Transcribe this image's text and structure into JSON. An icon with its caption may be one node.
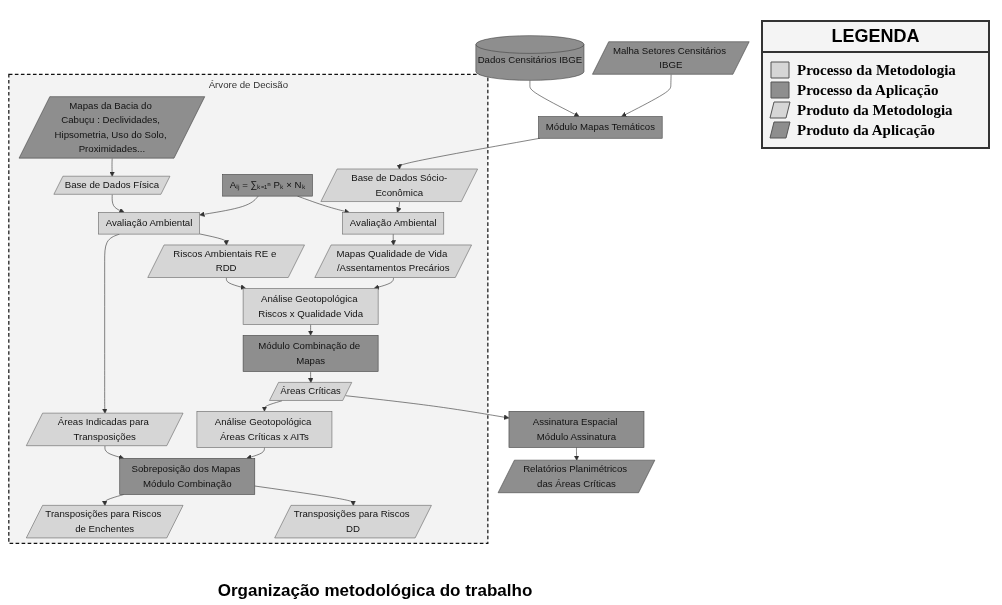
{
  "diagram": {
    "caption": "Organização metodológica do trabalho",
    "nodes": [
      {
        "text": [
          "Malha Setores Censitários IBGE"
        ]
      },
      {
        "text": [
          "Módulo Mapas Temáticos"
        ]
      },
      {
        "text": [
          "Dados Censitários IBGE"
        ]
      },
      {
        "text": [
          "Árvore de Decisão"
        ]
      },
      {
        "text": [
          "Base de Dados Sócio-Econômica"
        ],
        "in": 3
      },
      {
        "text": [
          "Avaliação Ambiental"
        ],
        "in": 3
      },
      {
        "text": [
          "Mapas Qualidade de Vida /Assentamentos Precários"
        ],
        "in": 3
      },
      {
        "text": [
          "Análise Geotopológica Riscos x Qualidade Vida"
        ],
        "in": 3
      },
      {
        "text": [
          "Módulo Combinação de Mapas"
        ],
        "in": 3
      },
      {
        "text": [
          "Aᵢⱼ = ∑ₖ₌₁ⁿ Pₖ × Nₖ"
        ],
        "in": 3
      },
      {
        "text": [
          "Riscos Ambientais RE e RDD"
        ],
        "in": 3
      },
      {
        "text": [
          "Análise Geotopológica Áreas Críticas x AITs"
        ],
        "in": 3
      },
      {
        "text": [
          "Áreas Críticas"
        ],
        "in": 3
      },
      {
        "text": [
          "Base de Dados Física"
        ],
        "in": 3
      },
      {
        "text": [
          "Avaliação Ambiental"
        ],
        "in": 3
      },
      {
        "text": [
          "Áreas Indicadas para Transposições"
        ],
        "in": 3
      },
      {
        "text": [
          "Sobreposição dos Mapas Módulo Combinação"
        ],
        "in": 3
      },
      {
        "text": [
          "Mapas da Bacia do Cabuçu : Declividades, Hipsometria, Uso do Solo, Proximidades..."
        ],
        "in": 3
      },
      {
        "text": [
          "Transposições para Riscos de Enchentes"
        ],
        "in": 3
      },
      {
        "text": [
          "Transposições para Riscos DD"
        ],
        "in": 3
      },
      {
        "text": [
          "Assinatura Espacial Módulo Assinatura"
        ]
      },
      {
        "text": [
          "Relatórios Planimétricos das Áreas Críticas"
        ]
      }
    ],
    "edges": [
      {
        "from": 0,
        "to": 1,
        "arrow": "to"
      },
      {
        "from": 2,
        "to": 1,
        "arrow": "to"
      },
      {
        "from": 1,
        "to": 4,
        "arrow": "to"
      },
      {
        "from": 4,
        "to": 5,
        "arrow": "to"
      },
      {
        "from": 9,
        "to": 5,
        "arrow": "to"
      },
      {
        "from": 9,
        "to": 14,
        "arrow": "to"
      },
      {
        "from": 5,
        "to": 6,
        "arrow": "to"
      },
      {
        "from": 6,
        "to": 7,
        "arrow": "to"
      },
      {
        "from": 10,
        "to": 7,
        "arrow": "to"
      },
      {
        "from": 7,
        "to": 8,
        "arrow": "to"
      },
      {
        "from": 8,
        "to": 12,
        "arrow": "to"
      },
      {
        "from": 12,
        "to": 11,
        "arrow": "to"
      },
      {
        "from": 11,
        "to": 16,
        "arrow": "to"
      },
      {
        "from": 17,
        "to": 13,
        "arrow": "to"
      },
      {
        "from": 13,
        "to": 14,
        "arrow": "to"
      },
      {
        "from": 14,
        "to": 10,
        "arrow": "to"
      },
      {
        "from": 14,
        "to": 15,
        "arrow": "to"
      },
      {
        "from": 15,
        "to": 16,
        "arrow": "to"
      },
      {
        "from": 16,
        "to": 18,
        "arrow": "to"
      },
      {
        "from": 16,
        "to": 19,
        "arrow": "to"
      },
      {
        "from": 12,
        "to": 20,
        "arrow": "to"
      },
      {
        "from": 20,
        "to": 21,
        "arrow": "to"
      }
    ],
    "labels": [
      "LEGENDA"
    ],
    "legend": [
      {
        "text": "Processo da Metodologia",
        "color": "#d6d6d6"
      },
      {
        "text": "Processo da Aplicação",
        "color": "#8e8e8e"
      },
      {
        "text": "Produto da Metodologia",
        "color": "#d6d6d6"
      },
      {
        "text": "Produto da Aplicação",
        "color": "#8e8e8e"
      }
    ]
  }
}
